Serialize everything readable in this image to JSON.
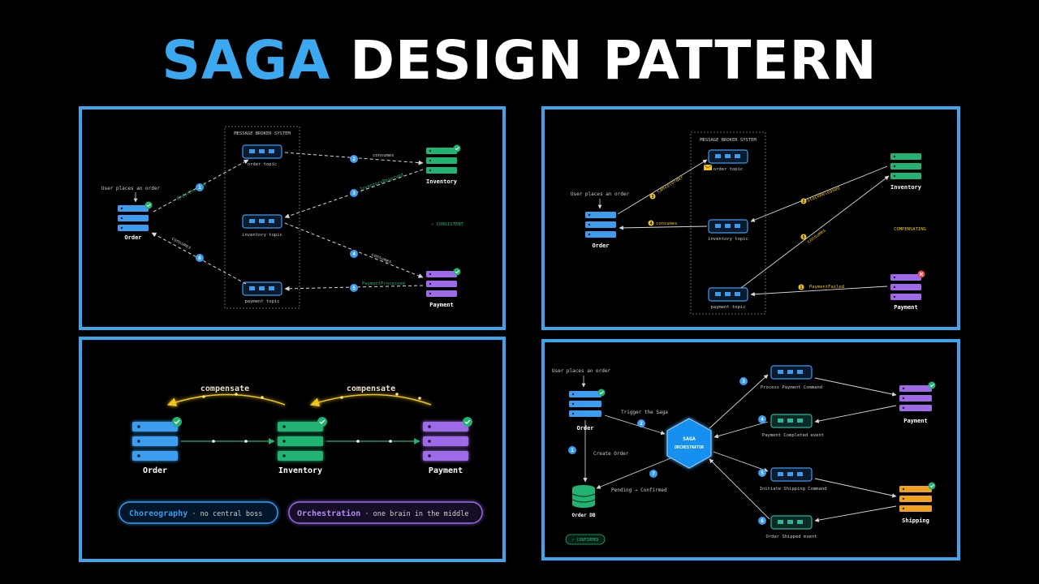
{
  "title": {
    "accent": "SAGA",
    "rest": "DESIGN PATTERN"
  },
  "colors": {
    "blue": "#3b9cf0",
    "green": "#22b373",
    "purple": "#9d6be8",
    "orange": "#f0a21e",
    "teal": "#2fb59a",
    "yellow": "#f0c419",
    "red": "#ef4444",
    "panel_border": "#3aa6ef"
  },
  "p1": {
    "broker_title": "MESSAGE BROKER SYSTEM",
    "order_topic": "order topic",
    "inventory_topic": "inventory topic",
    "payment_topic": "payment topic",
    "user_note": "User places an order",
    "order": "Order",
    "inventory": "Inventory",
    "payment": "Payment",
    "event_order_created": "OrderCreated",
    "event_inventory_reserved": "InventoryReserved",
    "event_payment_processed": "PaymentProcessed",
    "consumes": "consumes",
    "status": "✓ CONSISTENT",
    "steps": [
      "1",
      "2",
      "3",
      "4",
      "5",
      "6"
    ]
  },
  "p2": {
    "broker_title": "MESSAGE BROKER SYSTEM",
    "order_topic": "order topic",
    "inventory_topic": "inventory topic",
    "payment_topic": "payment topic",
    "user_note": "User places an order",
    "order": "Order",
    "inventory": "Inventory",
    "payment": "Payment",
    "event_cancel_order": "CancelOrder",
    "event_stock_released": "StockReleased",
    "event_payment_failed": "PaymentFailed",
    "consumes": "consumes",
    "status": "COMPENSATING",
    "steps": [
      "1",
      "2",
      "3",
      "4",
      "5"
    ]
  },
  "p3": {
    "compensate": "compensate",
    "order": "Order",
    "inventory": "Inventory",
    "payment": "Payment",
    "pill_choreo_main": "Choreography",
    "pill_choreo_sub": " · no central boss",
    "pill_orch_main": "Orchestration",
    "pill_orch_sub": " · one brain in the middle"
  },
  "p4": {
    "user_note": "User places an order",
    "order": "Order",
    "order_db": "Order DB",
    "orchestrator_line1": "SAGA",
    "orchestrator_line2": "ORCHESTRATOR",
    "trigger": "Trigger the Saga",
    "create_order": "Create Order",
    "pending": "Pending → Confirmed",
    "cmd_process_payment": "Process Payment Command",
    "evt_payment_completed": "Payment Completed event",
    "cmd_initiate_shipping": "Initiate Shipping Command",
    "evt_order_shipped": "Order Shipped event",
    "payment": "Payment",
    "shipping": "Shipping",
    "confirmed": "✓ CONFIRMED",
    "steps": [
      "1",
      "2",
      "3",
      "4",
      "5",
      "6",
      "7"
    ]
  }
}
